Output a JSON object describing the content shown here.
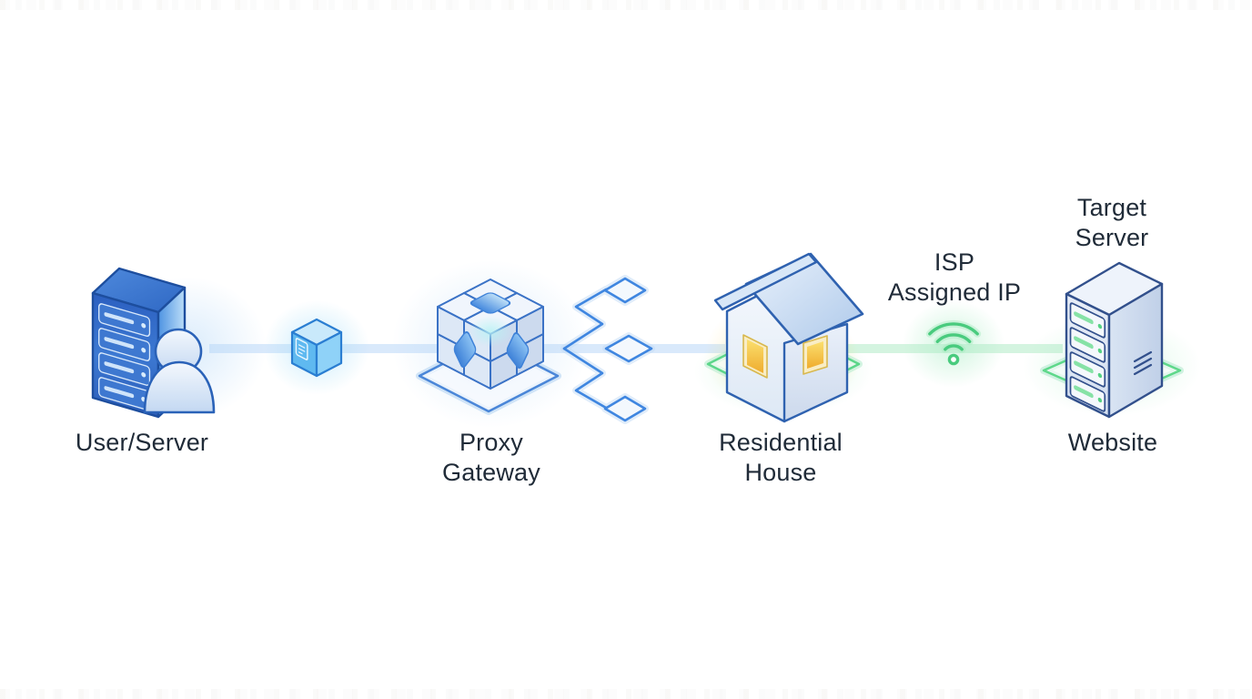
{
  "diagram": {
    "title_implied": "",
    "background": "#ffffff",
    "nodes": [
      {
        "id": "user-server",
        "icon": "server-with-user-icon",
        "label_lines": [
          "User/Server"
        ]
      },
      {
        "id": "proxy-gateway",
        "icon": "cube-cluster-icon",
        "label_lines": [
          "Proxy",
          "Gateway"
        ]
      },
      {
        "id": "residential-house",
        "icon": "house-icon",
        "label_lines": [
          "Residential",
          "House"
        ]
      },
      {
        "id": "website",
        "icon": "server-tower-icon",
        "label_lines": [
          "Website"
        ],
        "caption_lines": [
          "Target",
          "Server"
        ]
      }
    ],
    "connections": [
      {
        "from": "user-server",
        "to": "proxy-gateway",
        "color": "#3f86e0",
        "via_icon": "data-packet-cube-icon"
      },
      {
        "from": "proxy-gateway",
        "to": "residential-house",
        "color": "#3f86e0",
        "via_icon": "ip-rotation-diamonds-icon"
      },
      {
        "from": "residential-house",
        "to": "website",
        "color": "#4ecb7e",
        "via_icon": "wifi-icon",
        "label_lines": [
          "ISP",
          "Assigned IP"
        ]
      }
    ],
    "colors": {
      "line_blue": "#3f86e0",
      "line_green": "#4ecb7e",
      "text": "#202b38",
      "window_yellow": "#f5c53d",
      "server_blue": "#3b76cc",
      "platform_green": "#5ed88a",
      "platform_blue": "#4a86d8"
    }
  }
}
